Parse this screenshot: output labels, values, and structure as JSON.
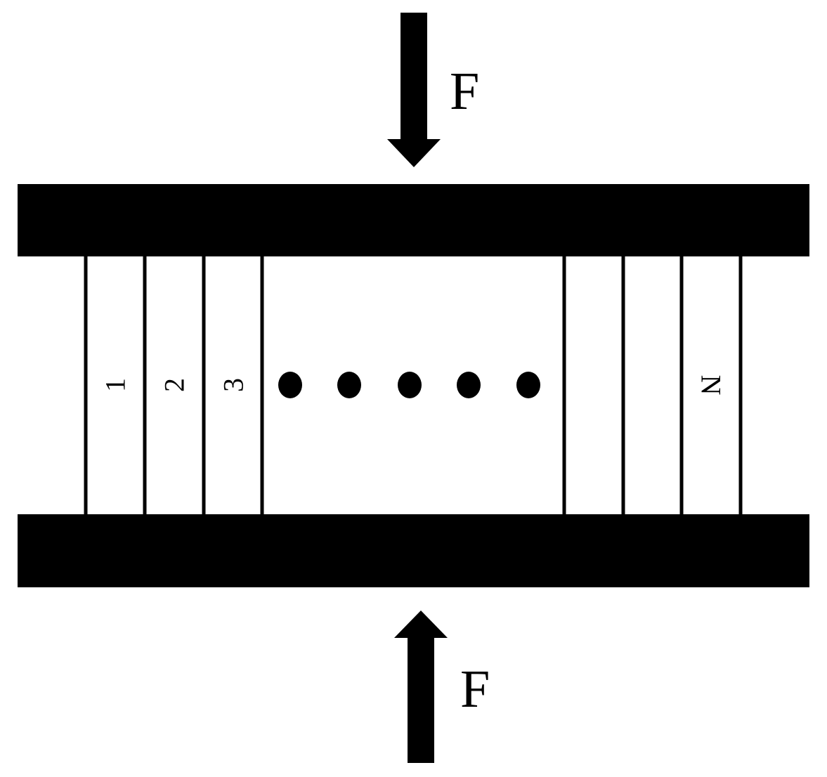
{
  "colors": {
    "ink": "#000000",
    "background": "#ffffff"
  },
  "force": {
    "top_label": "F",
    "bottom_label": "F"
  },
  "cells": {
    "left_labels": [
      "1",
      "2",
      "3"
    ],
    "right_labels": [
      "",
      "",
      "N"
    ]
  }
}
